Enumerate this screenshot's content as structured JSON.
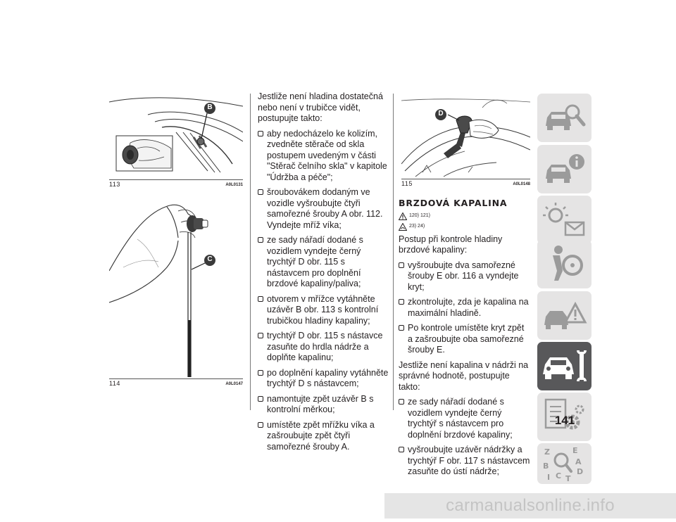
{
  "figures": [
    {
      "number": "113",
      "code": "A0L0131",
      "callout": "B"
    },
    {
      "number": "114",
      "code": "A0L0147",
      "callout": "C"
    },
    {
      "number": "115",
      "code": "A0L0148",
      "callout": "D"
    }
  ],
  "middle_column": {
    "intro": "Jestliže není hladina dostatečná nebo není v trubičce vidět, postupujte takto:",
    "steps": [
      "aby nedocházelo ke kolizím, zvedněte stěrače od skla postupem uvedeným v části \"Stěrač čelního skla\" v kapitole \"Údržba a péče\";",
      "šroubovákem dodaným ve vozidle vyšroubujte čtyři samořezné šrouby A obr. 112. Vyndejte mříž víka;",
      "ze sady nářadí dodané s vozidlem vyndejte černý trychtýř D obr. 115 s nástavcem pro doplnění brzdové kapaliny/paliva;",
      "otvorem v mřížce vytáhněte uzávěr B obr. 113 s kontrolní trubičkou hladiny kapaliny;",
      "trychtýř D obr. 115 s nástavce zasuňte do hrdla nádrže a doplňte kapalinu;",
      "po doplnění kapaliny vytáhněte trychtýř D s nástavcem;",
      "namontujte zpět uzávěr B s kontrolní měrkou;",
      "umístěte zpět mřížku víka a zašroubujte zpět čtyři samořezné šrouby A."
    ]
  },
  "right_column": {
    "section_title": "BRZDOVÁ KAPALINA",
    "warning_refs": [
      "120) 121)",
      "23) 24)"
    ],
    "intro": "Postup při kontrole hladiny brzdové kapaliny:",
    "steps": [
      "vyšroubujte dva samořezné šrouby E obr. 116 a vyndejte kryt;",
      "zkontrolujte, zda je kapalina na maximální hladině.",
      "Po kontrole umístěte kryt zpět a zašroubujte oba samořezné šrouby E."
    ],
    "intro2": "Jestliže není kapalina v nádrži na správné hodnotě, postupujte takto:",
    "steps2": [
      "ze sady nářadí dodané s vozidlem vyndejte černý trychtýř s nástavcem pro doplnění brzdové kapaliny;",
      "vyšroubujte uzávěr nádržky a trychtýř F obr. 117 s nástavcem zasuňte do ústí nádrže;"
    ]
  },
  "side_tabs": [
    {
      "icon": "car-search-icon",
      "active": false
    },
    {
      "icon": "car-info-icon",
      "active": false
    },
    {
      "icon": "warning-light-mail-icon",
      "active": false
    },
    {
      "icon": "seat-steering-icon",
      "active": false
    },
    {
      "icon": "car-warning-icon",
      "active": false
    },
    {
      "icon": "car-wrench-icon",
      "active": true
    },
    {
      "icon": "document-gear-icon",
      "active": false
    },
    {
      "icon": "alphabet-search-icon",
      "active": false
    }
  ],
  "side_tab_letters": [
    "Z",
    "B",
    "I",
    "C",
    "T",
    "E",
    "A",
    "D"
  ],
  "page_number": "141",
  "watermark": "carmanualsonline.info",
  "colors": {
    "text": "#231f20",
    "tab": "#e5e4e4",
    "tab_active": "#58585a",
    "tab_icon": "#9b9b9b"
  }
}
